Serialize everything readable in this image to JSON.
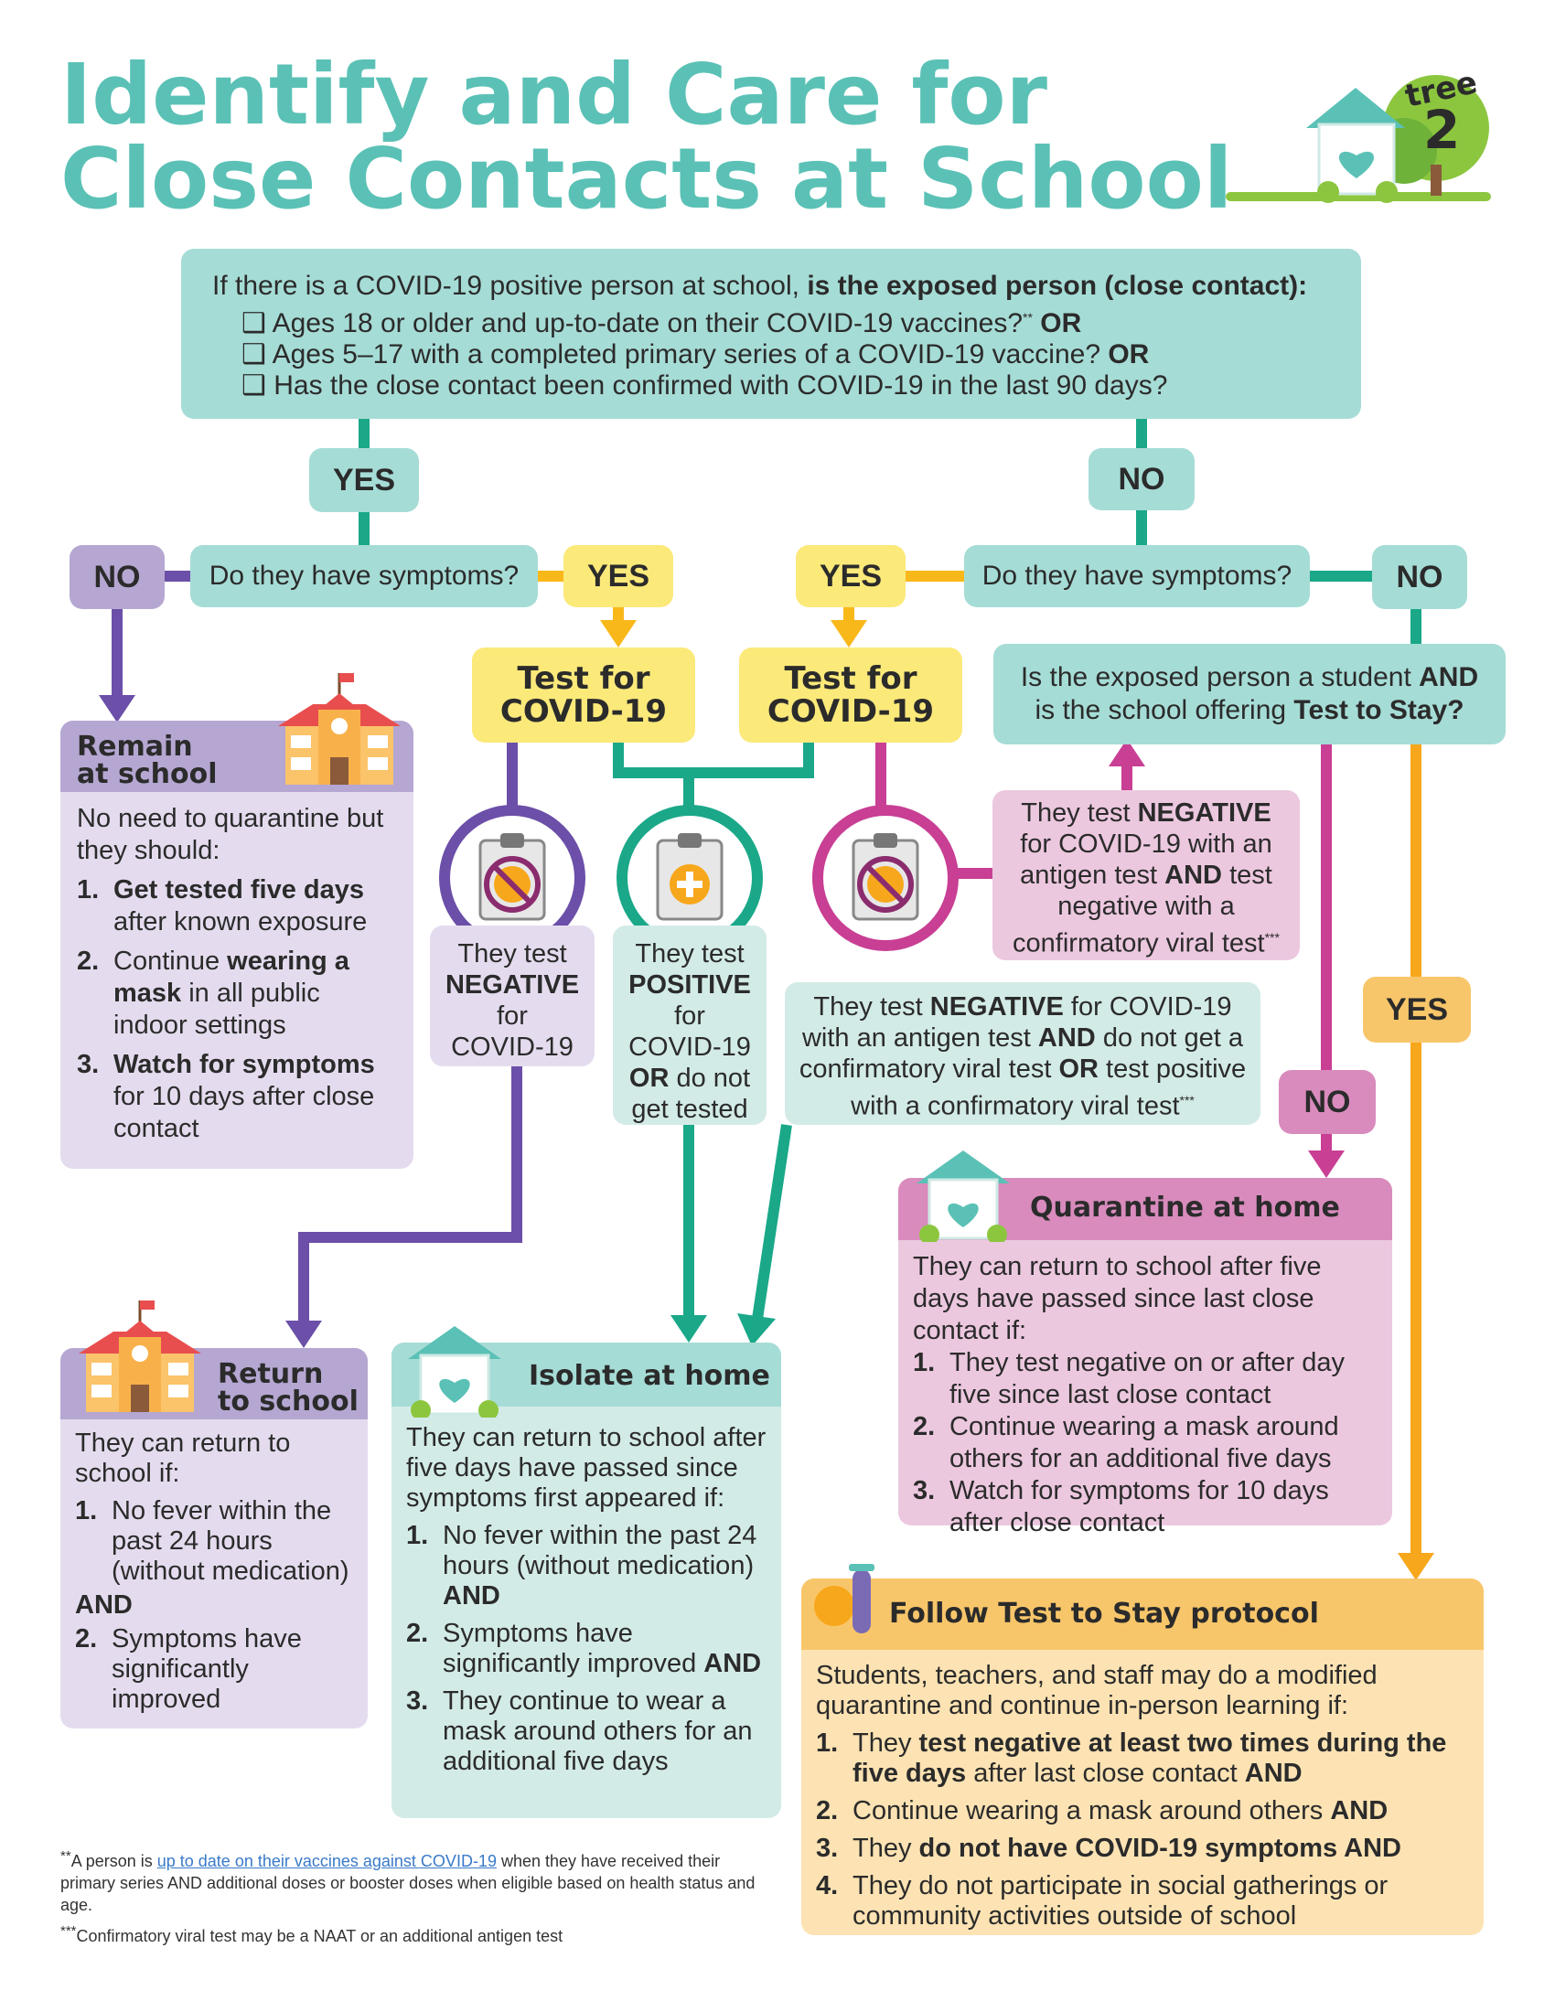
{
  "title_line1": "Identify and Care for",
  "title_line2": "Close Contacts at School",
  "logo": {
    "word": "tree",
    "number": "2"
  },
  "top_question": {
    "intro_plain": "If there is a COVID-19 positive person at school, ",
    "intro_bold": "is the exposed person (close contact):",
    "items": [
      {
        "text": "Ages 18 or older and up-to-date on their COVID-19 vaccines?",
        "sup": "**",
        "bold": " OR"
      },
      {
        "text": "Ages 5–17 with a completed primary series of a COVID-19 vaccine?",
        "sup": "",
        "bold": " OR"
      },
      {
        "text": "Has the close contact been confirmed with COVID-19 in the last 90 days?",
        "sup": "",
        "bold": ""
      }
    ]
  },
  "labels": {
    "yes": "YES",
    "no": "NO"
  },
  "symptoms_question": "Do they have symptoms?",
  "test_for": {
    "line1": "Test for",
    "line2": "COVID-19"
  },
  "student_question": {
    "p1": "Is the exposed person a student ",
    "b1": "AND",
    "p2": "is the school offering ",
    "b2": "Test to Stay?"
  },
  "remain": {
    "header": "Remain at school",
    "intro": "No need to quarantine but they should:",
    "items": [
      {
        "num": "1.",
        "bold": "Get tested five days",
        "plain": " after known exposure"
      },
      {
        "num": "2.",
        "plain1": "Continue ",
        "bold": "wearing a mask",
        "plain": " in all public indoor settings"
      },
      {
        "num": "3.",
        "bold": "Watch for symptoms",
        "plain": " for 10 days after close contact"
      }
    ]
  },
  "neg_result": {
    "l1": "They test",
    "bold": "NEGATIVE",
    "l3": "for",
    "l4": "COVID-19"
  },
  "pos_result": {
    "l1": "They test",
    "bold": "POSITIVE",
    "l3": "for",
    "l4": "COVID-19",
    "bold2": "OR",
    "l5": " do not",
    "l6": "get tested"
  },
  "antigen_neg": {
    "p1": "They test ",
    "b1": "NEGATIVE",
    "p2": " for COVID-19 with an antigen test ",
    "b2": "AND",
    "p3": " test negative with a confirmatory viral test",
    "sup": "***"
  },
  "antigen_mixed": {
    "p1": "They test ",
    "b1": "NEGATIVE",
    "p2": " for COVID-19 with an antigen test ",
    "b2": "AND",
    "p3": " do not get a confirmatory viral test ",
    "b3": "OR",
    "p4": " test positive with a confirmatory viral test",
    "sup": "***"
  },
  "return": {
    "header": "Return to school",
    "intro": "They can return to school if:",
    "item1": {
      "num": "1.",
      "text": "No fever within the past 24 hours (without medication)"
    },
    "and": "AND",
    "item2": {
      "num": "2.",
      "text": "Symptoms have significantly improved"
    }
  },
  "isolate": {
    "header": "Isolate at home",
    "intro": "They can return to school after five days have passed since symptoms first appeared if:",
    "items": [
      {
        "num": "1.",
        "text": "No fever within the past 24 hours (without medication)",
        "bold": "AND"
      },
      {
        "num": "2.",
        "text": "Symptoms have significantly improved",
        "bold": "AND"
      },
      {
        "num": "3.",
        "text": "They continue to wear a mask around others for an additional five days",
        "bold": ""
      }
    ]
  },
  "quarantine": {
    "header": "Quarantine at home",
    "intro": "They can return to school after five days have passed since last close contact if:",
    "items": [
      {
        "num": "1.",
        "text": "They test negative on or after day five since last close contact"
      },
      {
        "num": "2.",
        "text": "Continue wearing a mask around others for an additional five days"
      },
      {
        "num": "3.",
        "text": "Watch for symptoms for 10 days after close contact"
      }
    ]
  },
  "tts": {
    "header": "Follow Test to Stay protocol",
    "intro": "Students, teachers, and staff may do a modified quarantine and continue in-person learning if:",
    "item1": {
      "num": "1.",
      "p1": "They ",
      "b1": "test negative at least two times during the five days",
      "p2": " after last close contact ",
      "b2": "AND"
    },
    "item2": {
      "num": "2.",
      "p1": "Continue wearing a mask around others ",
      "b2": "AND"
    },
    "item3": {
      "num": "3.",
      "p1": "They ",
      "b1": "do not have COVID-19 symptoms ",
      "b2": "AND"
    },
    "item4": {
      "num": "4.",
      "p1": "They do not participate in social gatherings or community activities outside of school"
    }
  },
  "footnotes": {
    "f1_mark": "**",
    "f1_pre": "A person is ",
    "f1_link": "up to date on their vaccines against COVID-19",
    "f1_post": " when they have received their primary series AND additional doses or booster doses when eligible based on health status and age.",
    "f2_mark": "***",
    "f2_text": "Confirmatory viral test may be a NAAT or an additional antigen test"
  },
  "colors": {
    "title": "#5bc1b6",
    "teal": "#a6dcd6",
    "teal_line": "#1aa889",
    "yellow": "#fbe97a",
    "yellow_line": "#f9b81a",
    "purple": "#6b4fa8",
    "pink": "#c83f94",
    "orange": "#f7a71b"
  }
}
